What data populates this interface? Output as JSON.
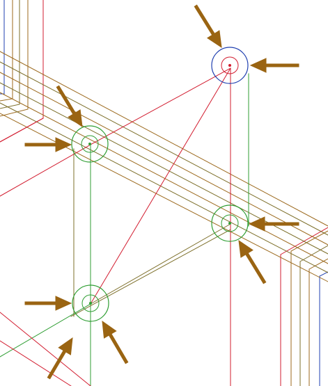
{
  "colors": {
    "background": "#ffffff",
    "orange_line": "#9c6a1e",
    "olive_line": "#7d6f2a",
    "red_line": "#d21c2f",
    "blue_line": "#1f3fb0",
    "green_line": "#2f9e33",
    "arrow": "#9a6412"
  },
  "markers": [
    {
      "name": "top-right-node",
      "ring_color": "#1f3fb0"
    },
    {
      "name": "left-upper-node",
      "ring_color": "#2f9e33"
    },
    {
      "name": "right-middle-node",
      "ring_color": "#2f9e33"
    },
    {
      "name": "bottom-left-node",
      "ring_color": "#2f9e33"
    }
  ],
  "arrows": [
    {
      "name": "arrow-top-right-upper",
      "target": "top-right-node"
    },
    {
      "name": "arrow-top-right-side",
      "target": "top-right-node"
    },
    {
      "name": "arrow-left-upper-top",
      "target": "left-upper-node"
    },
    {
      "name": "arrow-left-upper-side",
      "target": "left-upper-node"
    },
    {
      "name": "arrow-right-middle-side",
      "target": "right-middle-node"
    },
    {
      "name": "arrow-right-middle-bottom",
      "target": "right-middle-node"
    },
    {
      "name": "arrow-bottom-left-side",
      "target": "bottom-left-node"
    },
    {
      "name": "arrow-bottom-left-bottom-left",
      "target": "bottom-left-node"
    },
    {
      "name": "arrow-bottom-left-bottom-right",
      "target": "bottom-left-node"
    }
  ]
}
